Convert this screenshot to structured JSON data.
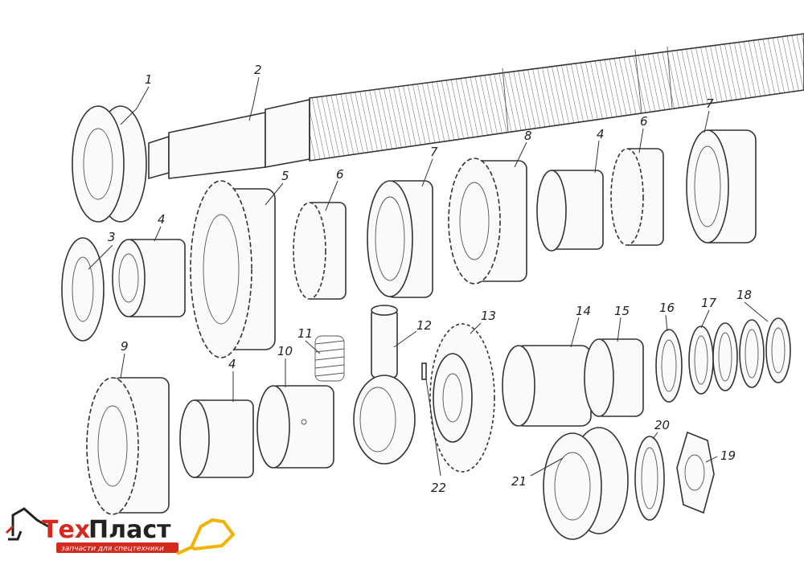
{
  "part_labels": {
    "l1": "1",
    "l2": "2",
    "l3": "3",
    "l4a": "4",
    "l4b": "4",
    "l4c": "4",
    "l5": "5",
    "l6a": "6",
    "l6b": "6",
    "l7a": "7",
    "l7b": "7",
    "l8": "8",
    "l9": "9",
    "l10": "10",
    "l11": "11",
    "l12": "12",
    "l13": "13",
    "l14": "14",
    "l15": "15",
    "l16": "16",
    "l17": "17",
    "l18": "18",
    "l19": "19",
    "l20": "20",
    "l21": "21",
    "l22": "22"
  },
  "logo": {
    "brand_part1": "Тех",
    "brand_part2": "Пласт",
    "tagline": "запчасти для спецтехники",
    "colors": {
      "red": "#d42a1e",
      "yellow": "#f0b400",
      "dark": "#222222"
    }
  }
}
